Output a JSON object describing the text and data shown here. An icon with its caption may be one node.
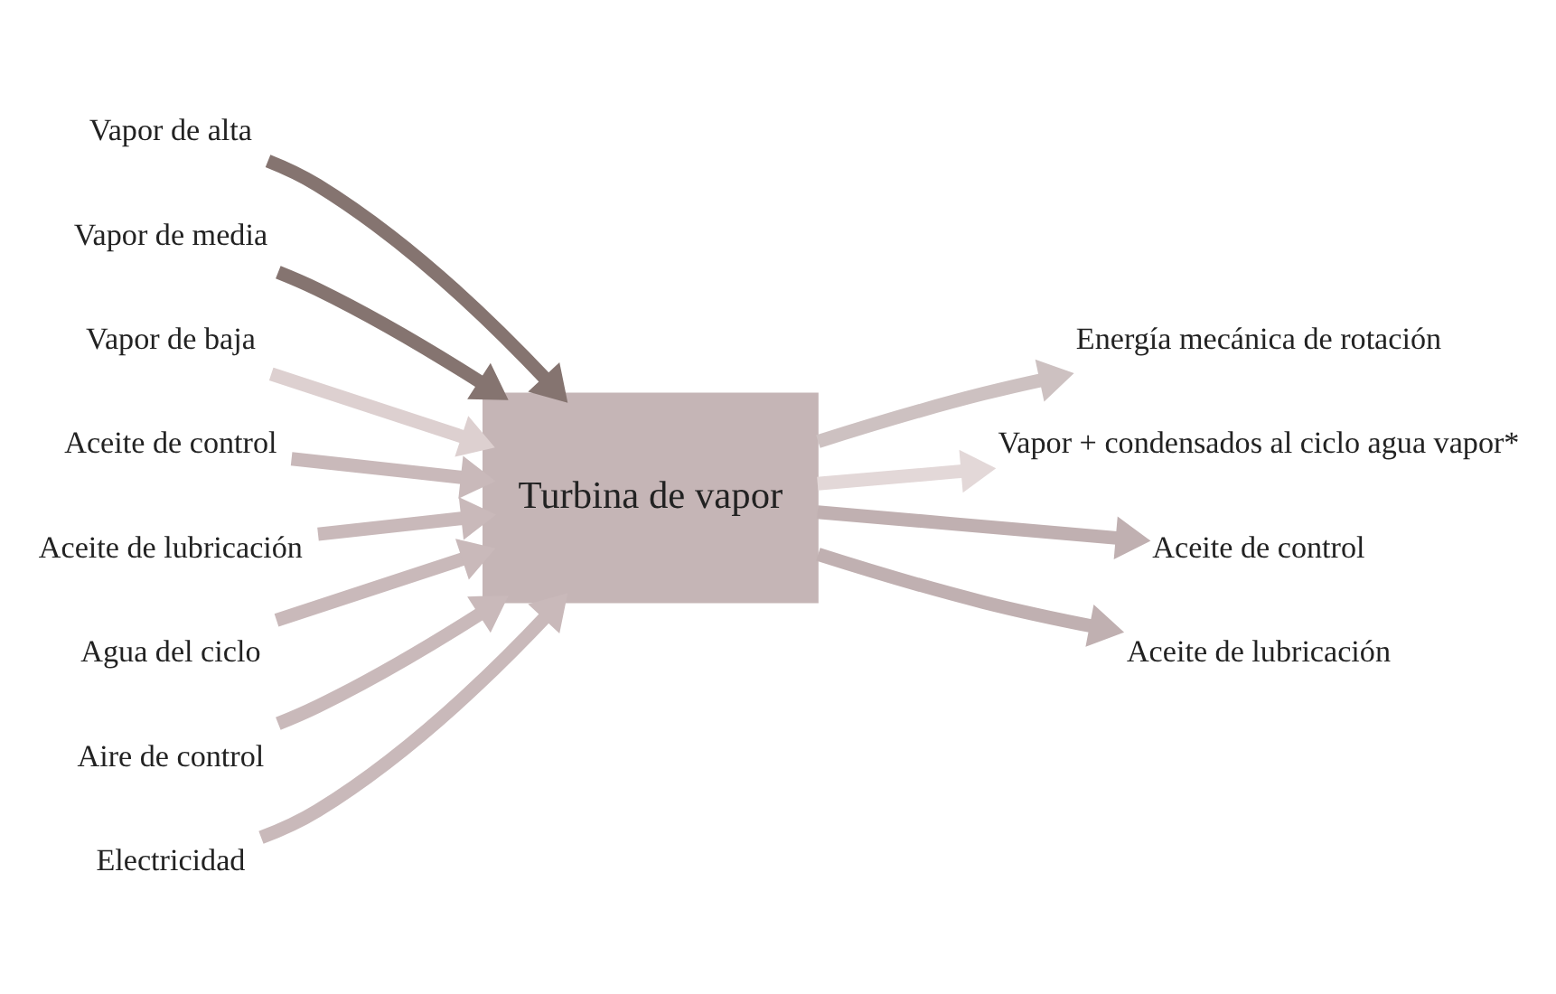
{
  "diagram": {
    "nodes": [
      {
        "text": [
          "Turbina de vapor"
        ]
      },
      {
        "text": [
          "Vapor de alta"
        ]
      },
      {
        "text": [
          "Vapor de media"
        ]
      },
      {
        "text": [
          "Vapor de baja"
        ]
      },
      {
        "text": [
          "Aceite de control"
        ]
      },
      {
        "text": [
          "Aceite de lubricación"
        ]
      },
      {
        "text": [
          "Agua del ciclo"
        ]
      },
      {
        "text": [
          "Aire de control"
        ]
      },
      {
        "text": [
          "Electricidad"
        ]
      },
      {
        "text": [
          "Energía mecánica de rotación"
        ]
      },
      {
        "text": [
          "Vapor + condensados al ciclo agua vapor*"
        ]
      },
      {
        "text": [
          "Aceite de control"
        ]
      },
      {
        "text": [
          "Aceite de lubricación"
        ]
      }
    ],
    "edges": [
      {
        "from": 1,
        "to": 0,
        "arrow": "to",
        "color": "#857470"
      },
      {
        "from": 2,
        "to": 0,
        "arrow": "to",
        "color": "#857470"
      },
      {
        "from": 3,
        "to": 0,
        "arrow": "to",
        "color": "#ddd0d0"
      },
      {
        "from": 4,
        "to": 0,
        "arrow": "to",
        "color": "#c9b9ba"
      },
      {
        "from": 5,
        "to": 0,
        "arrow": "to",
        "color": "#c9b9ba"
      },
      {
        "from": 6,
        "to": 0,
        "arrow": "to",
        "color": "#c9b9ba"
      },
      {
        "from": 7,
        "to": 0,
        "arrow": "to",
        "color": "#c9b9ba"
      },
      {
        "from": 8,
        "to": 0,
        "arrow": "to",
        "color": "#c9b9ba"
      },
      {
        "from": 0,
        "to": 9,
        "arrow": "to",
        "color": "#cdc1c1"
      },
      {
        "from": 0,
        "to": 10,
        "arrow": "to",
        "color": "#e3d8d8"
      },
      {
        "from": 0,
        "to": 11,
        "arrow": "to",
        "color": "#c0b0b1"
      },
      {
        "from": 0,
        "to": 12,
        "arrow": "to",
        "color": "#c0b0b1"
      }
    ]
  }
}
